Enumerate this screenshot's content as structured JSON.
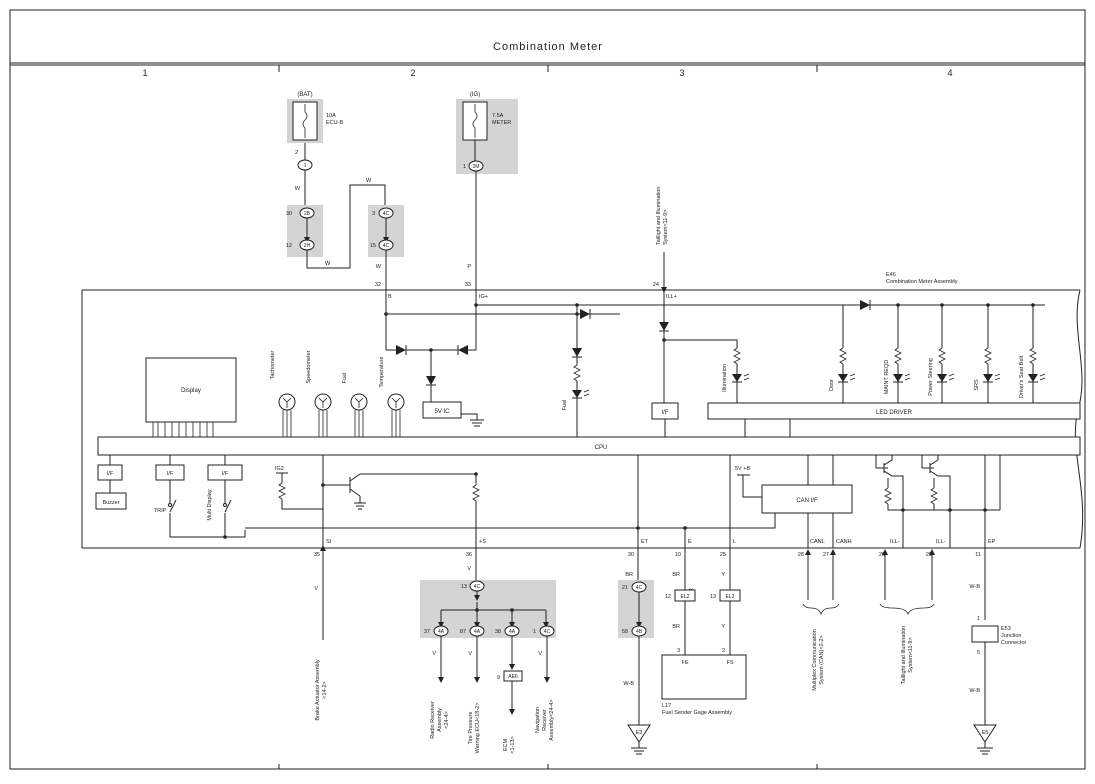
{
  "title": "Combination Meter",
  "columns": [
    "1",
    "2",
    "3",
    "4"
  ],
  "fuses": [
    {
      "source": "(BAT)",
      "amp": "10A",
      "name": "ECU-B"
    },
    {
      "source": "(IG)",
      "amp": "7.5A",
      "name": "METER"
    }
  ],
  "connectors": {
    "c1": "1",
    "c2": "2B",
    "c2_pin": "30",
    "c3": "2H",
    "c3_pin": "12",
    "c4": "4C",
    "c4_pin": "3",
    "c5": "4C",
    "c5_pin": "15",
    "c6": "2M",
    "c6_pin": "1",
    "pin2": "2",
    "e_top": "4C",
    "e_top_pin": "13",
    "e1": "4A",
    "e1_pin": "37",
    "e2": "4A",
    "e2_pin": "87",
    "e3": "4A",
    "e3_pin": "38",
    "e4": "4C",
    "e4_pin": "1",
    "ae6": "AE6",
    "ae6_pin": "9",
    "et_top": "4C",
    "et_top_pin": "21",
    "et_bot": "4B",
    "et_bot_pin": "58",
    "el2a": "EL2",
    "el2a_pin": "12",
    "el2b": "EL2",
    "el2b_pin": "13",
    "fe_pin": "3",
    "fs_pin": "2",
    "e53_pin1": "1",
    "e53_pin5": "5"
  },
  "wires": {
    "w1": "W",
    "w2": "W",
    "w3": "W",
    "w4": "W",
    "p": "P",
    "v_si": "V",
    "v_s": "V",
    "v_e1": "V",
    "v_e2": "V",
    "v_e4": "V",
    "br1": "BR",
    "wb1": "W-B",
    "br2": "BR",
    "br3": "BR",
    "y1": "Y",
    "y2": "Y",
    "wb2": "W-B",
    "wb3": "W-B"
  },
  "assembly": {
    "code": "E46",
    "name": "Combination Meter Assembly"
  },
  "terminals": {
    "b": "B",
    "ig": "IG+",
    "ill": "ILL+",
    "si": "SI",
    "s": "+S",
    "et": "ET",
    "e": "E",
    "l": "L",
    "canl": "CANL",
    "canh": "CANH",
    "ill1": "ILL-",
    "ill2": "ILL-",
    "ep": "EP"
  },
  "pins": {
    "p32": "32",
    "p33": "33",
    "p24": "24",
    "p35": "35",
    "p36": "36",
    "p30": "30",
    "p10": "10",
    "p25": "25",
    "p28": "28",
    "p27": "27",
    "p26": "26",
    "p29": "29",
    "p11": "11"
  },
  "blocks": {
    "display": "Display",
    "fivev": "5V IC",
    "if_center": "I/F",
    "led_driver": "LED DRIVER",
    "cpu": "CPU",
    "if1": "I/F",
    "if2": "I/F",
    "if3": "I/F",
    "buzzer": "Buzzer",
    "can_if": "CAN I/F",
    "fivevb": "5V +B",
    "ig2": "IG2"
  },
  "gauges": [
    "Tachometer",
    "Speedometer",
    "Fuel",
    "Temperature"
  ],
  "leds": [
    "Fuel",
    "Illumination",
    "Door",
    "MAINT REQD",
    "Power Steering",
    "SRS",
    "Driver's Seat Belt"
  ],
  "switches": [
    "TRIP",
    "Multi Display"
  ],
  "refs": {
    "taillight_top": [
      "Taillight and Illumination",
      "System<11-9>"
    ],
    "brake": [
      "Brake Actuator Assembly",
      "<14-2>"
    ],
    "radio": [
      "Radio Receiver",
      "Assembly",
      "<24-4>"
    ],
    "tire": [
      "Tire Pressure",
      "Warning ECU<18-2>"
    ],
    "ecm": [
      "ECM",
      "<1-13>"
    ],
    "nav": [
      "Navigation",
      "Receiver",
      "Assembly<24-4>"
    ],
    "multiplex": [
      "Multiplex Communication",
      "System (CAN)<2-2>"
    ],
    "taillight_bot": [
      "Taillight and Illumination",
      "System<11-9>"
    ]
  },
  "fuel_sender": {
    "code": "L17",
    "name": "Fuel Sender Gage Assembly",
    "fe": "FE",
    "fs": "FS"
  },
  "junction": {
    "code": "E53",
    "lines": [
      "Junction",
      "Connector"
    ]
  },
  "grounds": {
    "g1": "E3",
    "g2": "E5"
  }
}
